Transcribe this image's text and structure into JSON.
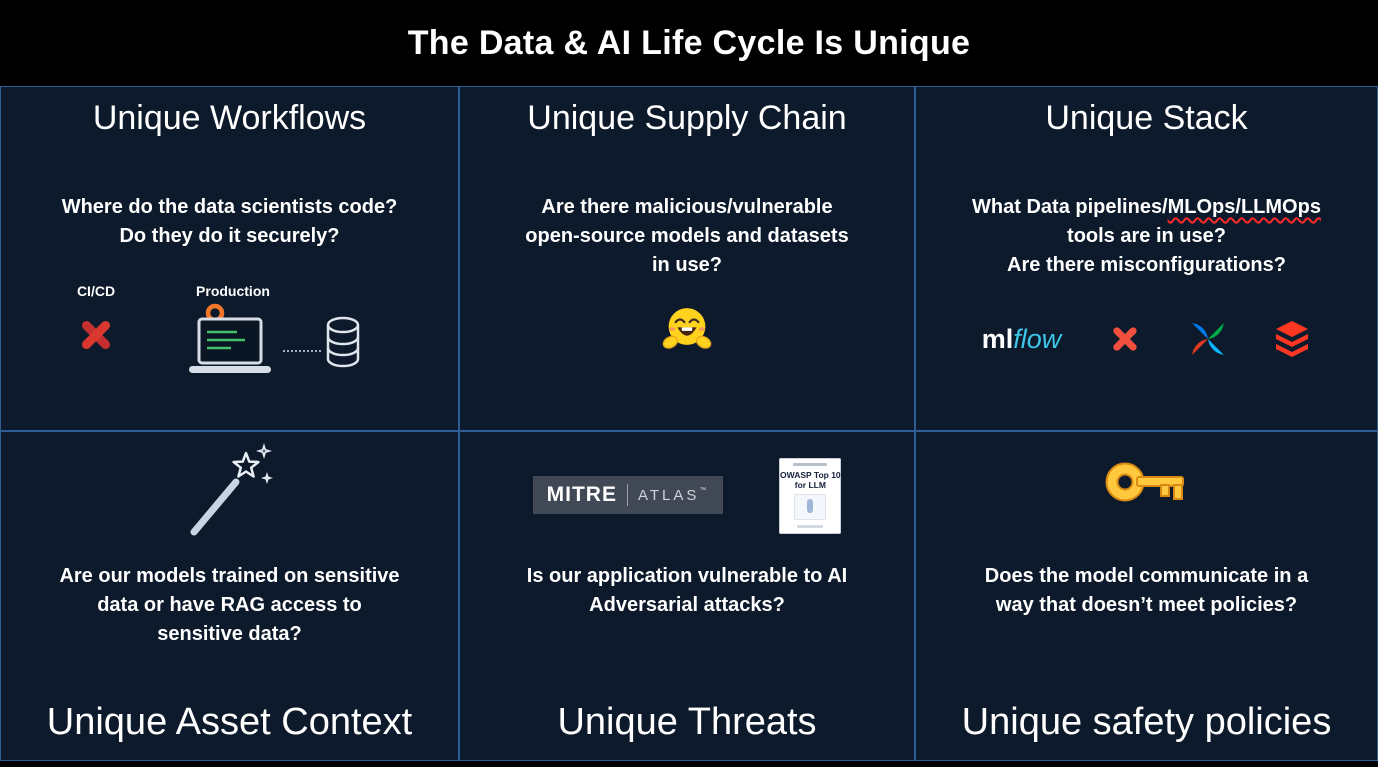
{
  "header": {
    "title": "The Data & AI Life Cycle Is Unique"
  },
  "colors": {
    "background": "#0d1a2b",
    "grid_line": "#2d5d92",
    "mlflow_blue": "#3ec6e8",
    "databricks_red": "#FF3621",
    "airflow_blue": "#017CEE",
    "jupyter_orange": "#F37726",
    "underline_red": "#ff2b2b",
    "key_gold": "#FFC83D"
  },
  "cells": {
    "workflows": {
      "title": "Unique Workflows",
      "question_line1": "Where do the data scientists code?",
      "question_line2": "Do they do it securely?",
      "cicd_label": "CI/CD",
      "production_label": "Production"
    },
    "supply_chain": {
      "title": "Unique Supply Chain",
      "question_line1": "Are there malicious/vulnerable",
      "question_line2": "open-source models and datasets",
      "question_line3": "in use?"
    },
    "stack": {
      "title": "Unique Stack",
      "question_line1_prefix": "What Data pipelines/",
      "question_line1_underlined": "MLOps/LLMOps",
      "question_line2": "tools are in use?",
      "question_line3": "Are there misconfigurations?",
      "mlflow_ml": "ml",
      "mlflow_flow": "flow"
    },
    "asset_context": {
      "title": "Unique Asset Context",
      "question_line1": "Are our models trained on sensitive",
      "question_line2": "data or have RAG access to",
      "question_line3": "sensitive data?"
    },
    "threats": {
      "title": "Unique Threats",
      "question_line1": "Is our application vulnerable to AI",
      "question_line2": "Adversarial attacks?",
      "mitre_label": "MITRE",
      "atlas_label": "ATLAS",
      "atlas_tm": "™",
      "owasp_line1": "OWASP Top 10",
      "owasp_line2": "for LLM"
    },
    "safety": {
      "title": "Unique safety policies",
      "question_line1": "Does the model communicate in a",
      "question_line2": "way that doesn’t meet policies?"
    }
  }
}
